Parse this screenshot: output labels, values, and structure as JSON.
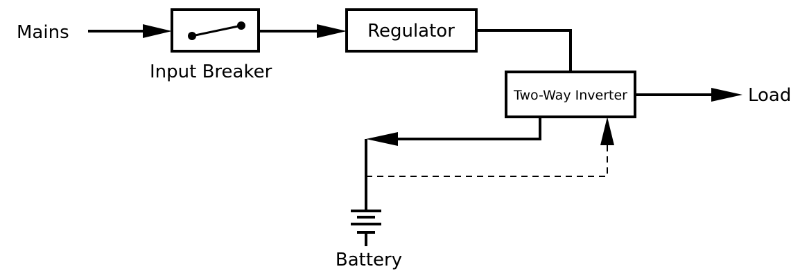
{
  "diagram": {
    "labels": {
      "mains": "Mains",
      "input_breaker": "Input Breaker",
      "regulator": "Regulator",
      "inverter": "Two-Way Inverter",
      "load": "Load",
      "battery": "Battery"
    },
    "colors": {
      "stroke": "#000000",
      "background": "#ffffff"
    }
  }
}
